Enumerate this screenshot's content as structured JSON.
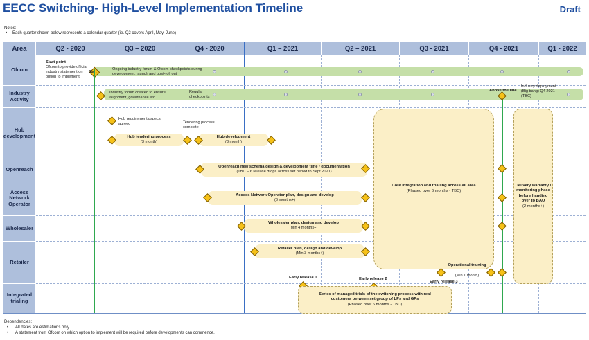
{
  "title": "EECC Switching- High-Level Implementation Timeline",
  "status": "Draft",
  "notes": {
    "heading": "Notes:",
    "bullet": "•",
    "item": "Each quarter shown below represents a calendar quarter (ie. Q2 covers April, May, June)"
  },
  "header": {
    "area": "Area",
    "quarters": [
      "Q2 - 2020",
      "Q3 – 2020",
      "Q4 - 2020",
      "Q1 – 2021",
      "Q2 – 2021",
      "Q3 - 2021",
      "Q4 - 2021",
      "Q1 - 2022"
    ]
  },
  "rows": {
    "ofcom": "Ofcom",
    "industry": "Industry Activity",
    "hub": "Hub development",
    "openreach": "Openreach",
    "access": "Access Network Operator",
    "wholesaler": "Wholesaler",
    "retailer": "Retailer",
    "trialing": "Integrated trialing"
  },
  "ofcom": {
    "start_title": "Start point",
    "start_text": "Ofcom to provide official industry statement on option to implement",
    "start_marker": "Start",
    "bar_text": "Ongoing industry forum & Ofcom checkpoints during development, launch and post-roll out"
  },
  "industry": {
    "forum": "Industry forum created to ensure alignment, governance etc",
    "checkpoints": "Regular checkpoints",
    "above_line": "Above the line",
    "deployment": "Industry deployment (Big bang) Q4 2021 (TBC)"
  },
  "hub": {
    "specs": "Hub requirements/specs agreed",
    "tendering_complete": "Tendering process complete",
    "tendering_title": "Hub tendering process",
    "tendering_dur": "(3 month)",
    "dev_title": "Hub development",
    "dev_dur": "(3 month)"
  },
  "openreach": {
    "title": "Openreach new schema design & development time / documentation",
    "sub": "(TBC – 6 release drops across set period to Sept 2021)"
  },
  "access": {
    "title": "Access Network Operator plan, design and develop",
    "sub": "(6 months+)"
  },
  "wholesaler": {
    "title": "Wholesaler plan, design and develop",
    "sub": "(Min 4 months+)"
  },
  "retailer": {
    "title": "Retailer plan, design and develop",
    "sub": "(Min 3 months+)"
  },
  "core": {
    "title": "Core integration and trialling across all area",
    "sub": "(Phased over 6 months - TBC)"
  },
  "warranty": {
    "title": "Delivery warranty / monitoring phase before handing over to BAU",
    "sub": "(2 months+)"
  },
  "operational": {
    "title": "Operational training",
    "sub": "(Min 1 month)"
  },
  "releases": {
    "r1": "Early release 1",
    "r2": "Early release 2",
    "r3": "Early release 3"
  },
  "trials": {
    "title": "Series of managed trials of the switching process with real customers between set group of LPs and GPs",
    "sub": "(Phased over 6 months - TBC)"
  },
  "dependencies": {
    "heading": "Dependencies:",
    "bullet": "•",
    "items": [
      "All dates are estimations only.",
      "A statement from Ofcom on which option to implement will be required before developments can commence."
    ]
  },
  "colors": {
    "accent": "#1f4fa0",
    "header_fill": "#aebfdc",
    "bar_green": "#c5dfa8",
    "box_yellow": "#fbefc7",
    "milestone": "#f6c118",
    "today_line": "#2fa84f"
  }
}
